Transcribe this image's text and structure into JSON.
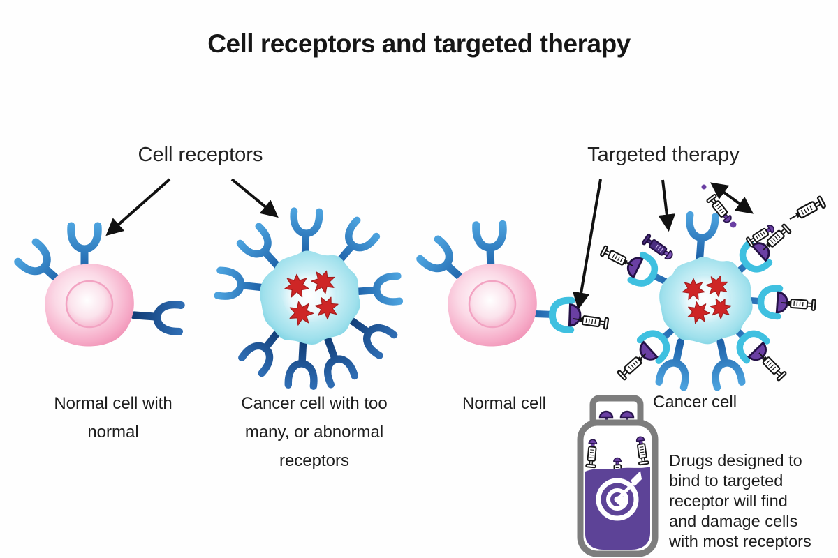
{
  "title": "Cell receptors and targeted therapy",
  "annotations": {
    "cell_receptors": "Cell receptors",
    "targeted_therapy": "Targeted therapy"
  },
  "captions": {
    "normal_cell_left": [
      "Normal cell with",
      "normal"
    ],
    "cancer_cell_left": [
      "Cancer cell with too",
      "many, or abnormal",
      "receptors"
    ],
    "normal_cell_right": "Normal cell",
    "cancer_cell_right": "Cancer cell"
  },
  "note": {
    "lines": [
      "Drugs designed to",
      "bind to targeted",
      "receptor will find",
      "and damage cells",
      "with most receptors"
    ]
  },
  "colors": {
    "background": "#fefefe",
    "text": "#1c1c1c",
    "receptor_blue": "#2573b8",
    "receptor_dark_blue": "#16457e",
    "cell_pink": "#f5a8c6",
    "cancer_cell_cyan": "#7dd2e2",
    "nucleus_star_red": "#ce2626",
    "drug_purple": "#6a3fa3",
    "vial_purple": "#5d4397",
    "vial_gray": "#7d7d7d",
    "arrow_black": "#111111"
  }
}
